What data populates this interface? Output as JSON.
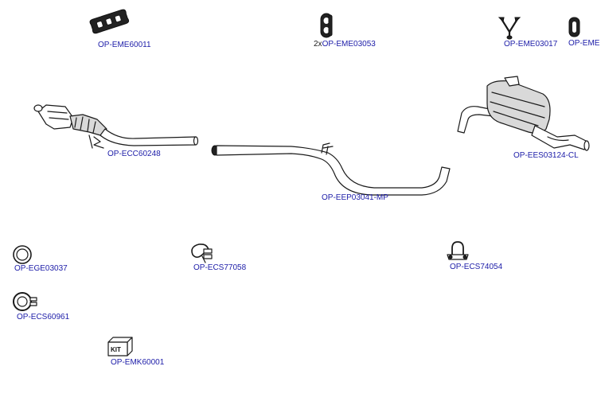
{
  "parts": [
    {
      "id": "eme60011",
      "number": "OP-EME60011",
      "qty": "",
      "icon": "mounting-bracket-icon"
    },
    {
      "id": "eme03053",
      "number": "OP-EME03053",
      "qty": "2x",
      "icon": "rubber-hanger-icon"
    },
    {
      "id": "eme03017",
      "number": "OP-EME03017",
      "qty": "",
      "icon": "v-hanger-icon"
    },
    {
      "id": "eme_cut",
      "number": "OP-EME",
      "qty": "",
      "icon": "rubber-ring-icon"
    },
    {
      "id": "ecc60248",
      "number": "OP-ECC60248",
      "qty": "",
      "icon": "catalytic-converter-icon"
    },
    {
      "id": "eep03041",
      "number": "OP-EEP03041-MP",
      "qty": "",
      "icon": "intermediate-pipe-icon"
    },
    {
      "id": "ees03124",
      "number": "OP-EES03124-CL",
      "qty": "",
      "icon": "rear-silencer-icon"
    },
    {
      "id": "ege03037",
      "number": "OP-EGE03037",
      "qty": "",
      "icon": "gasket-ring-icon"
    },
    {
      "id": "ecs77058",
      "number": "OP-ECS77058",
      "qty": "",
      "icon": "pipe-clamp-icon"
    },
    {
      "id": "ecs74054",
      "number": "OP-ECS74054",
      "qty": "",
      "icon": "u-clamp-icon"
    },
    {
      "id": "ecs60961",
      "number": "OP-ECS60961",
      "qty": "",
      "icon": "band-clamp-icon"
    },
    {
      "id": "emk60001",
      "number": "OP-EMK60001",
      "qty": "",
      "icon": "mounting-kit-icon",
      "kit_text": "KIT"
    }
  ]
}
